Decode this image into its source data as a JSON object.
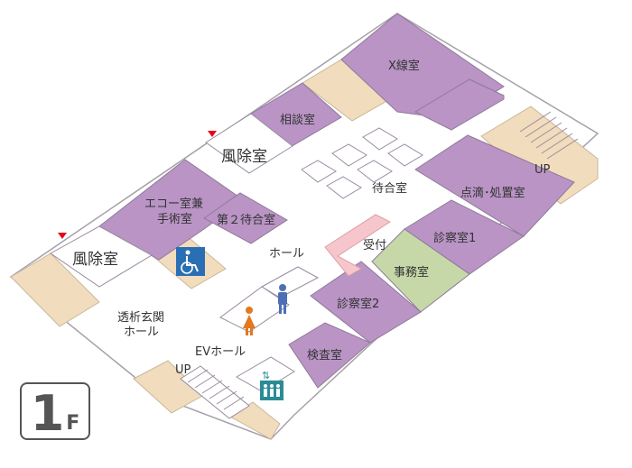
{
  "floor": {
    "number": "1",
    "suffix": "F"
  },
  "rooms": {
    "xray": "X線室",
    "consultation": "相談室",
    "windbreak_top": "風除室",
    "windbreak_left": "風除室",
    "echo": "エコー室兼",
    "echo_2": "手術室",
    "waiting2": "第２待合室",
    "waiting": "待合室",
    "drip": "点滴･処置室",
    "exam1": "診察室1",
    "reception": "受付",
    "office": "事務室",
    "hall": "ホール",
    "entrance_hall": "透析玄関",
    "entrance_hall_2": "ホール",
    "exam2": "診察室2",
    "ev_hall": "EVホール",
    "inspection": "検査室",
    "stairs_up_right": "UP",
    "stairs_up_left": "UP"
  },
  "icons": {
    "wheelchair": "wheelchair-icon",
    "man": "man-toilet-icon",
    "woman": "woman-toilet-icon",
    "elevator": "elevator-icon",
    "entrance_marker": "entrance-marker-icon"
  },
  "colors": {
    "room_purple": "#b994c5",
    "corridor": "#ffffff",
    "beige": "#f1dcbd",
    "office_green": "#c6d8a8",
    "reception_pink": "#f7c6cc",
    "outline": "#9a8aa0",
    "marker_red": "#e8001c"
  }
}
